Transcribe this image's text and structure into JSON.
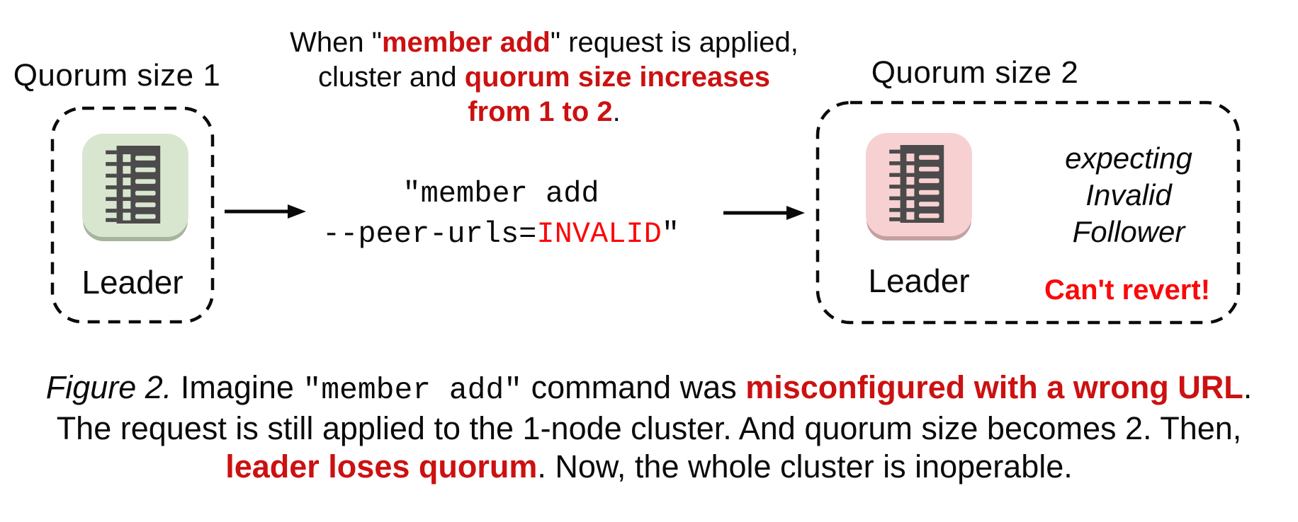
{
  "left": {
    "title": "Quorum size 1",
    "node": "Leader"
  },
  "right": {
    "title": "Quorum size 2",
    "node": "Leader",
    "expect1": "expecting",
    "expect2": "Invalid",
    "expect3": "Follower",
    "warning": "Can't revert!"
  },
  "annotation": {
    "l1a": "When \"",
    "l1b": "member add",
    "l1c": "\" request is applied,",
    "l2a": "cluster and ",
    "l2b": "quorum size increases",
    "l3a": "from 1 to 2",
    "l3b": "."
  },
  "command": {
    "l1": "\"member add",
    "l2a": "--peer-urls=",
    "l2b": "INVALID",
    "l2c": "\""
  },
  "caption": {
    "l1a": "Figure 2.",
    "l1b": " Imagine ",
    "l1c": "\"member add\"",
    "l1d": " command was ",
    "l1e": "misconfigured with a wrong URL",
    "l1f": ".",
    "l2": "The request is still applied to the 1-node cluster. And quorum size becomes 2. Then,",
    "l3a": "leader loses quorum",
    "l3b": ". Now, the whole cluster is inoperable."
  },
  "colors": {
    "crimson_red": "#cc1111",
    "bright_red": "#fa0909",
    "green_tile": "#d8e6d0",
    "green_tile_edge": "#a4b59c",
    "pink_tile": "#f7d1d1",
    "pink_tile_edge": "#c4a1a1",
    "icon_dark_gray": "#4c4a4b"
  }
}
